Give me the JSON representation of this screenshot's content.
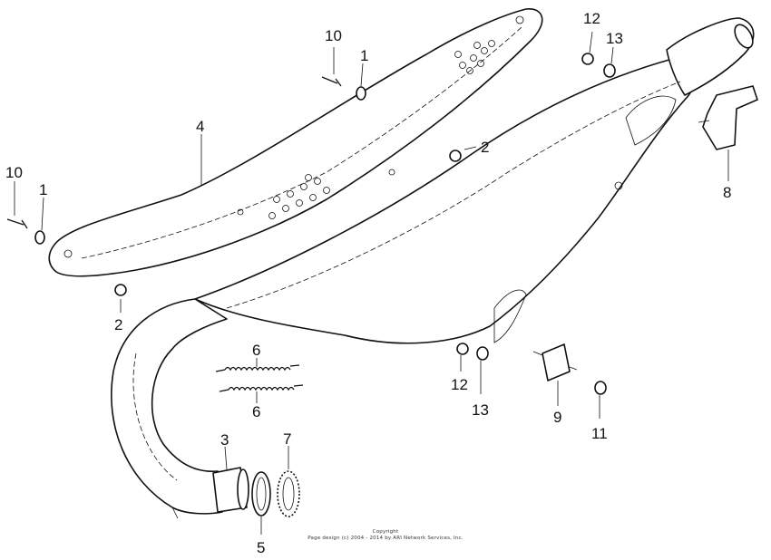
{
  "diagram": {
    "callouts": [
      {
        "id": "c10a",
        "label": "10"
      },
      {
        "id": "c1a",
        "label": "1"
      },
      {
        "id": "c4",
        "label": "4"
      },
      {
        "id": "c10b",
        "label": "10"
      },
      {
        "id": "c1b",
        "label": "1"
      },
      {
        "id": "c2a",
        "label": "2"
      },
      {
        "id": "c2b",
        "label": "2"
      },
      {
        "id": "c12a",
        "label": "12"
      },
      {
        "id": "c13a",
        "label": "13"
      },
      {
        "id": "c8",
        "label": "8"
      },
      {
        "id": "c6a",
        "label": "6"
      },
      {
        "id": "c6b",
        "label": "6"
      },
      {
        "id": "c12b",
        "label": "12"
      },
      {
        "id": "c13b",
        "label": "13"
      },
      {
        "id": "c9",
        "label": "9"
      },
      {
        "id": "c11",
        "label": "11"
      },
      {
        "id": "c3",
        "label": "3"
      },
      {
        "id": "c7",
        "label": "7"
      },
      {
        "id": "c5",
        "label": "5"
      }
    ],
    "copyright_line1": "Copyright",
    "copyright_line2": "Page design (c) 2004 - 2014 by ARI Network Services, Inc."
  }
}
